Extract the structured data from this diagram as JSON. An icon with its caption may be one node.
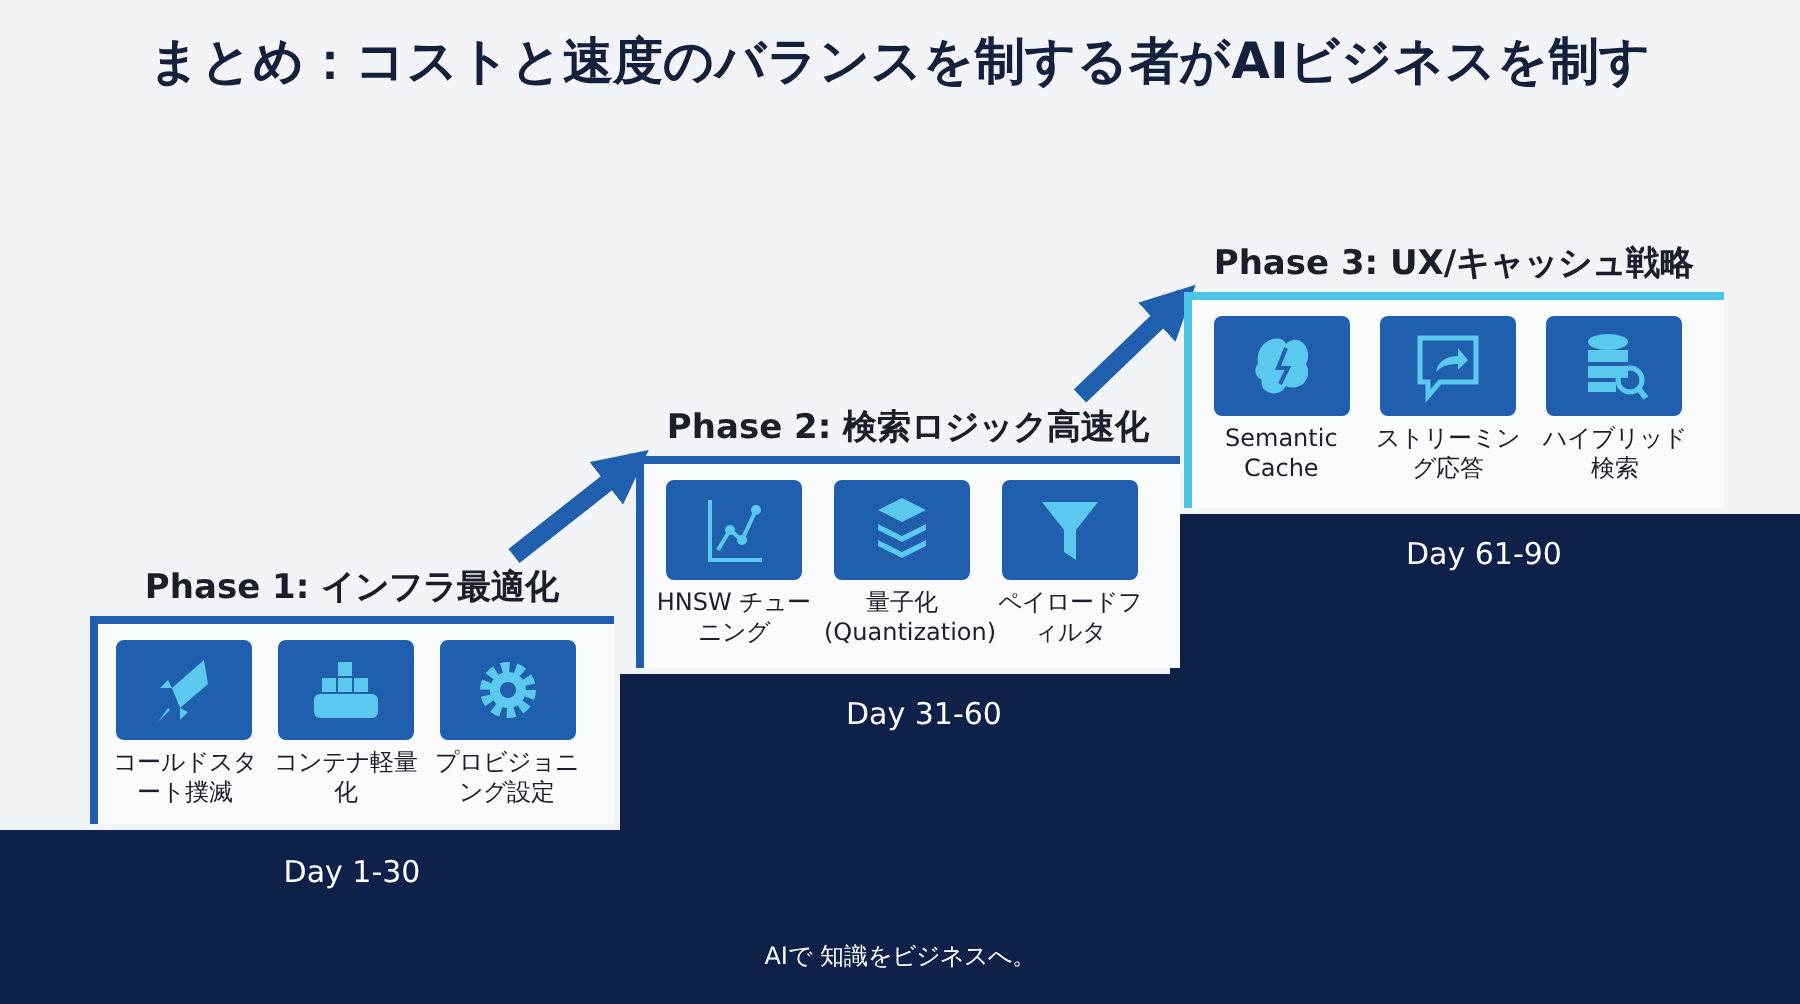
{
  "diagram": {
    "title": "まとめ：コストと速度のバランスを制する者がAIビジネスを制す",
    "nodes": [
      {
        "text": [
          "Phase 1: インフラ最適化"
        ]
      },
      {
        "text": [
          "コールドスタート撲滅"
        ],
        "in": 0
      },
      {
        "text": [
          "コンテナ軽量化"
        ],
        "in": 0
      },
      {
        "text": [
          "プロビジョニング設定"
        ],
        "in": 0
      },
      {
        "text": [
          "Phase 2: 検索ロジック高速化"
        ]
      },
      {
        "text": [
          "HNSW チューニング"
        ],
        "in": 4
      },
      {
        "text": [
          "量子化 (Quantization)"
        ],
        "in": 4
      },
      {
        "text": [
          "ペイロードフィルタ"
        ],
        "in": 4
      },
      {
        "text": [
          "Phase 3: UX/キャッシュ戦略"
        ]
      },
      {
        "text": [
          "Semantic Cache"
        ],
        "in": 8
      },
      {
        "text": [
          "ストリーミング応答"
        ],
        "in": 8
      },
      {
        "text": [
          "ハイブリッド検索"
        ],
        "in": 8
      }
    ],
    "edges": [
      {
        "from": 0,
        "to": 4,
        "arrow": "to"
      },
      {
        "from": 4,
        "to": 8,
        "arrow": "to"
      }
    ],
    "labels": [
      "Day 61-90",
      "Day 31-60",
      "Day 1-30",
      "AIで 知識をビジネスへ。"
    ]
  }
}
